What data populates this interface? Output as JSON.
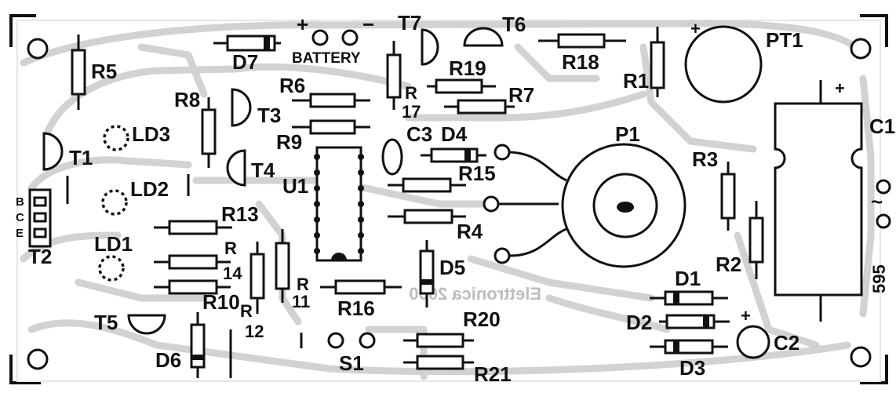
{
  "board": {
    "silkscreen_labels": {
      "battery": "BATTERY",
      "plus_battery": "+",
      "minus_battery": "−",
      "plus_pt1": "+",
      "plus_c1": "+",
      "plus_c2": "+",
      "t2_b": "B",
      "t2_c": "C",
      "t2_e": "E",
      "ac_symbol": "~"
    },
    "components": {
      "R1": "R1",
      "R2": "R2",
      "R3": "R3",
      "R4": "R4",
      "R5": "R5",
      "R6": "R6",
      "R7": "R7",
      "R8": "R8",
      "R9": "R9",
      "R10": "R10",
      "R11_a": "R",
      "R11_b": "11",
      "R12_a": "R",
      "R12_b": "12",
      "R13": "R13",
      "R14_a": "R",
      "R14_b": "14",
      "R15": "R15",
      "R16": "R16",
      "R17_a": "R",
      "R17_b": "17",
      "R18": "R18",
      "R19": "R19",
      "R20": "R20",
      "R21": "R21",
      "T1": "T1",
      "T2": "T2",
      "T3": "T3",
      "T4": "T4",
      "T5": "T5",
      "T6": "T6",
      "T7": "T7",
      "D1": "D1",
      "D2": "D2",
      "D3": "D3",
      "D4": "D4",
      "D5": "D5",
      "D6": "D6",
      "D7": "D7",
      "C1": "C1",
      "C2": "C2",
      "C3": "C3",
      "LD1": "LD1",
      "LD2": "LD2",
      "LD3": "LD3",
      "P1": "P1",
      "PT1": "PT1",
      "U1": "U1",
      "S1": "S1"
    },
    "board_code": "595",
    "board_code_mirrored": "595",
    "watermark": "Elettronica 2000"
  }
}
